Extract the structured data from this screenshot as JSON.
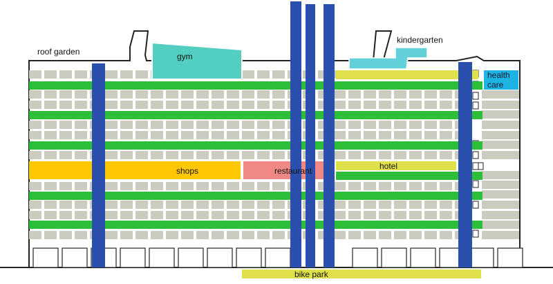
{
  "labels": {
    "roof_garden": "roof garden",
    "gym": "gym",
    "kindergarten": "kindergarten",
    "health_care_line1": "health",
    "health_care_line2": "care",
    "shops": "shops",
    "restaurant": "restaurant",
    "hotel": "hotel",
    "bike_park": "bike park"
  },
  "colors": {
    "window": "#cbcbbf",
    "green_band": "#2ebf3a",
    "blue_column": "#2a4fad",
    "teal": "#52cfc0",
    "cyan": "#62d0d8",
    "health_blue": "#1db3e3",
    "yellow_green": "#dfe04a",
    "shops_yellow": "#ffc803",
    "restaurant_pink": "#f08886",
    "outline": "#222222"
  }
}
